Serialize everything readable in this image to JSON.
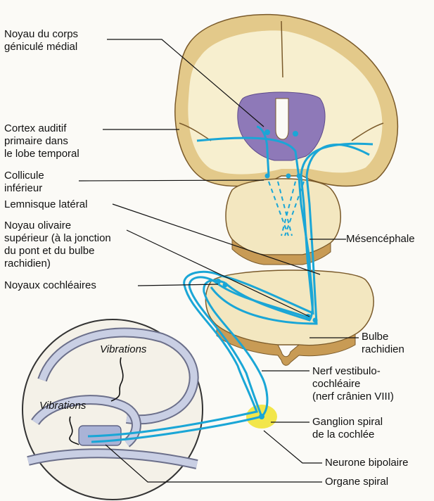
{
  "labels": {
    "noyau_corps_genicule": "Noyau du corps\ngéniculé médial",
    "cortex_auditif": "Cortex auditif\nprimaire dans\nle lobe temporal",
    "collicule_inferieur": "Collicule\ninférieur",
    "lemnisque_lateral": "Lemnisque latéral",
    "noyau_olivaire": "Noyau olivaire\nsupérieur (à la jonction\ndu pont et du bulbe\nrachidien)",
    "noyaux_cochleaires": "Noyaux cochléaires",
    "mesencephale": "Mésencéphale",
    "bulbe_rachidien": "Bulbe\nrachidien",
    "nerf_vestibulo": "Nerf vestibulo-\ncochléaire\n(nerf crânien VIII)",
    "ganglion_spiral": "Ganglion spiral\nde la cochlée",
    "neurone_bipolaire": "Neurone bipolaire",
    "organe_spiral": "Organe spiral",
    "vibrations_1": "Vibrations",
    "vibrations_2": "Vibrations"
  },
  "colors": {
    "pathway": "#1aa6d6",
    "brain_tissue": "#f7efcf",
    "brain_cortex": "#e3c98a",
    "thalamus": "#8e79b8",
    "ganglion": "#f2e64a",
    "cochlea": "#c9cfe4"
  }
}
